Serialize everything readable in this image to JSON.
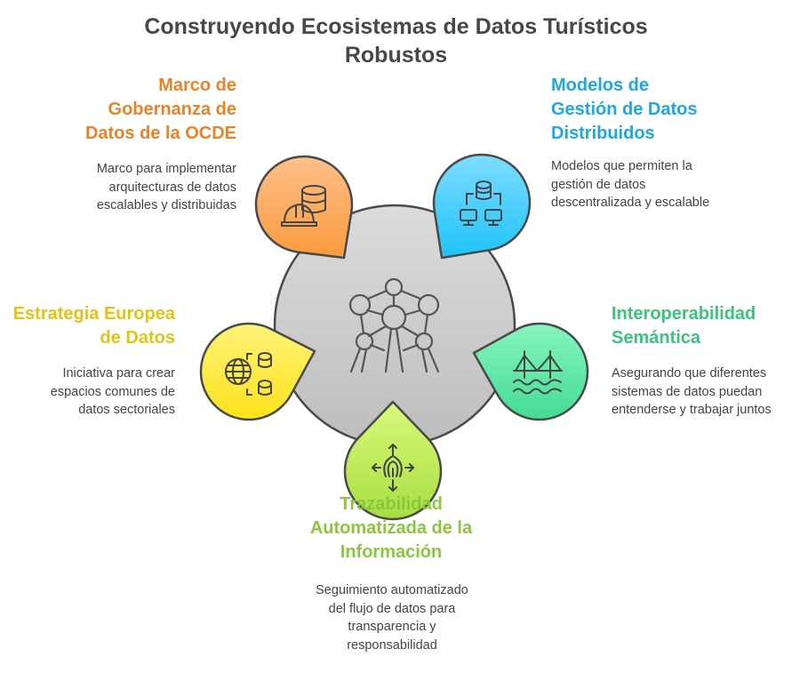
{
  "title": "Construyendo Ecosistemas de Datos Turísticos Robustos",
  "center_icon": "atomium-icon",
  "items": [
    {
      "heading": "Marco de Gobernanza de Datos de la OCDE",
      "description": "Marco para implementar arquitecturas de datos escalables y distribuidas",
      "color": "#E8832A",
      "fill_top": "#FFC08A",
      "fill_bottom": "#F99A3E",
      "icon": "database-hardhat-icon"
    },
    {
      "heading": "Modelos de Gestión de Datos Distribuidos",
      "description": "Modelos que permiten la gestión de datos descentralizada y escalable",
      "color": "#1FA8E0",
      "fill_top": "#7FDCFF",
      "fill_bottom": "#1EC3F8",
      "icon": "network-database-icon"
    },
    {
      "heading": "Estrategia Europea de Datos",
      "description": "Iniciativa para crear espacios comunes de datos sectoriales",
      "color": "#E2C416",
      "fill_top": "#FFF27A",
      "fill_bottom": "#FFE31A",
      "icon": "globe-database-icon"
    },
    {
      "heading": "Interoperabilidad Semántica",
      "description": "Asegurando que diferentes sistemas de datos puedan entenderse y trabajar juntos",
      "color": "#3CC37E",
      "fill_top": "#86F5BE",
      "fill_bottom": "#45DB95",
      "icon": "bridge-icon"
    },
    {
      "heading": "Trazabilidad Automatizada de la Información",
      "description": "Seguimiento automatizado del flujo de datos para transparencia y responsabilidad",
      "color": "#8CC63F",
      "fill_top": "#D8FA7A",
      "fill_bottom": "#A8DE42",
      "icon": "fingerprint-tracking-icon"
    }
  ]
}
